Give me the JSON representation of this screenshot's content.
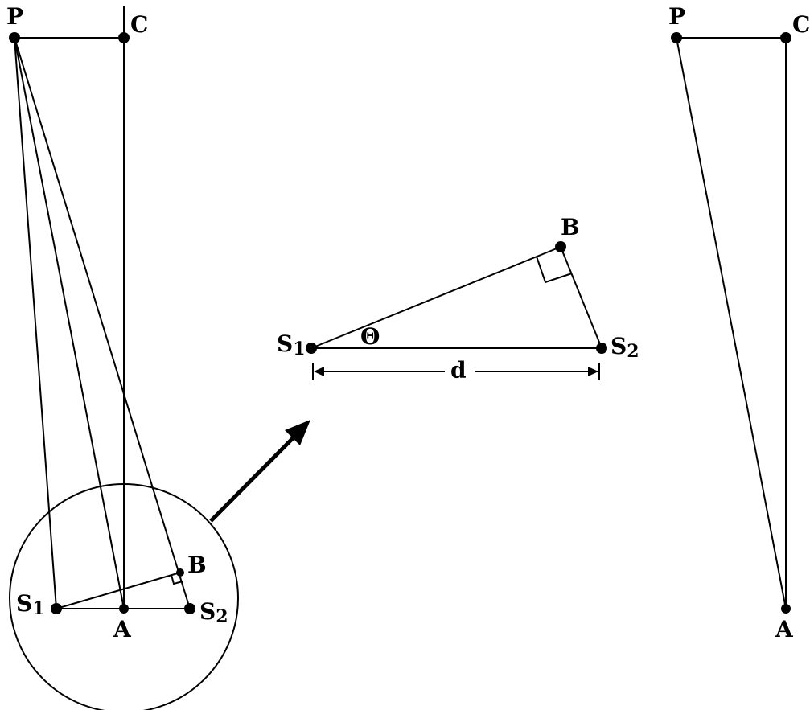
{
  "labels": {
    "p": "P",
    "c": "C",
    "b": "B",
    "a": "A",
    "s": "S",
    "one": "1",
    "two": "2",
    "theta": "Θ",
    "d": "d"
  }
}
